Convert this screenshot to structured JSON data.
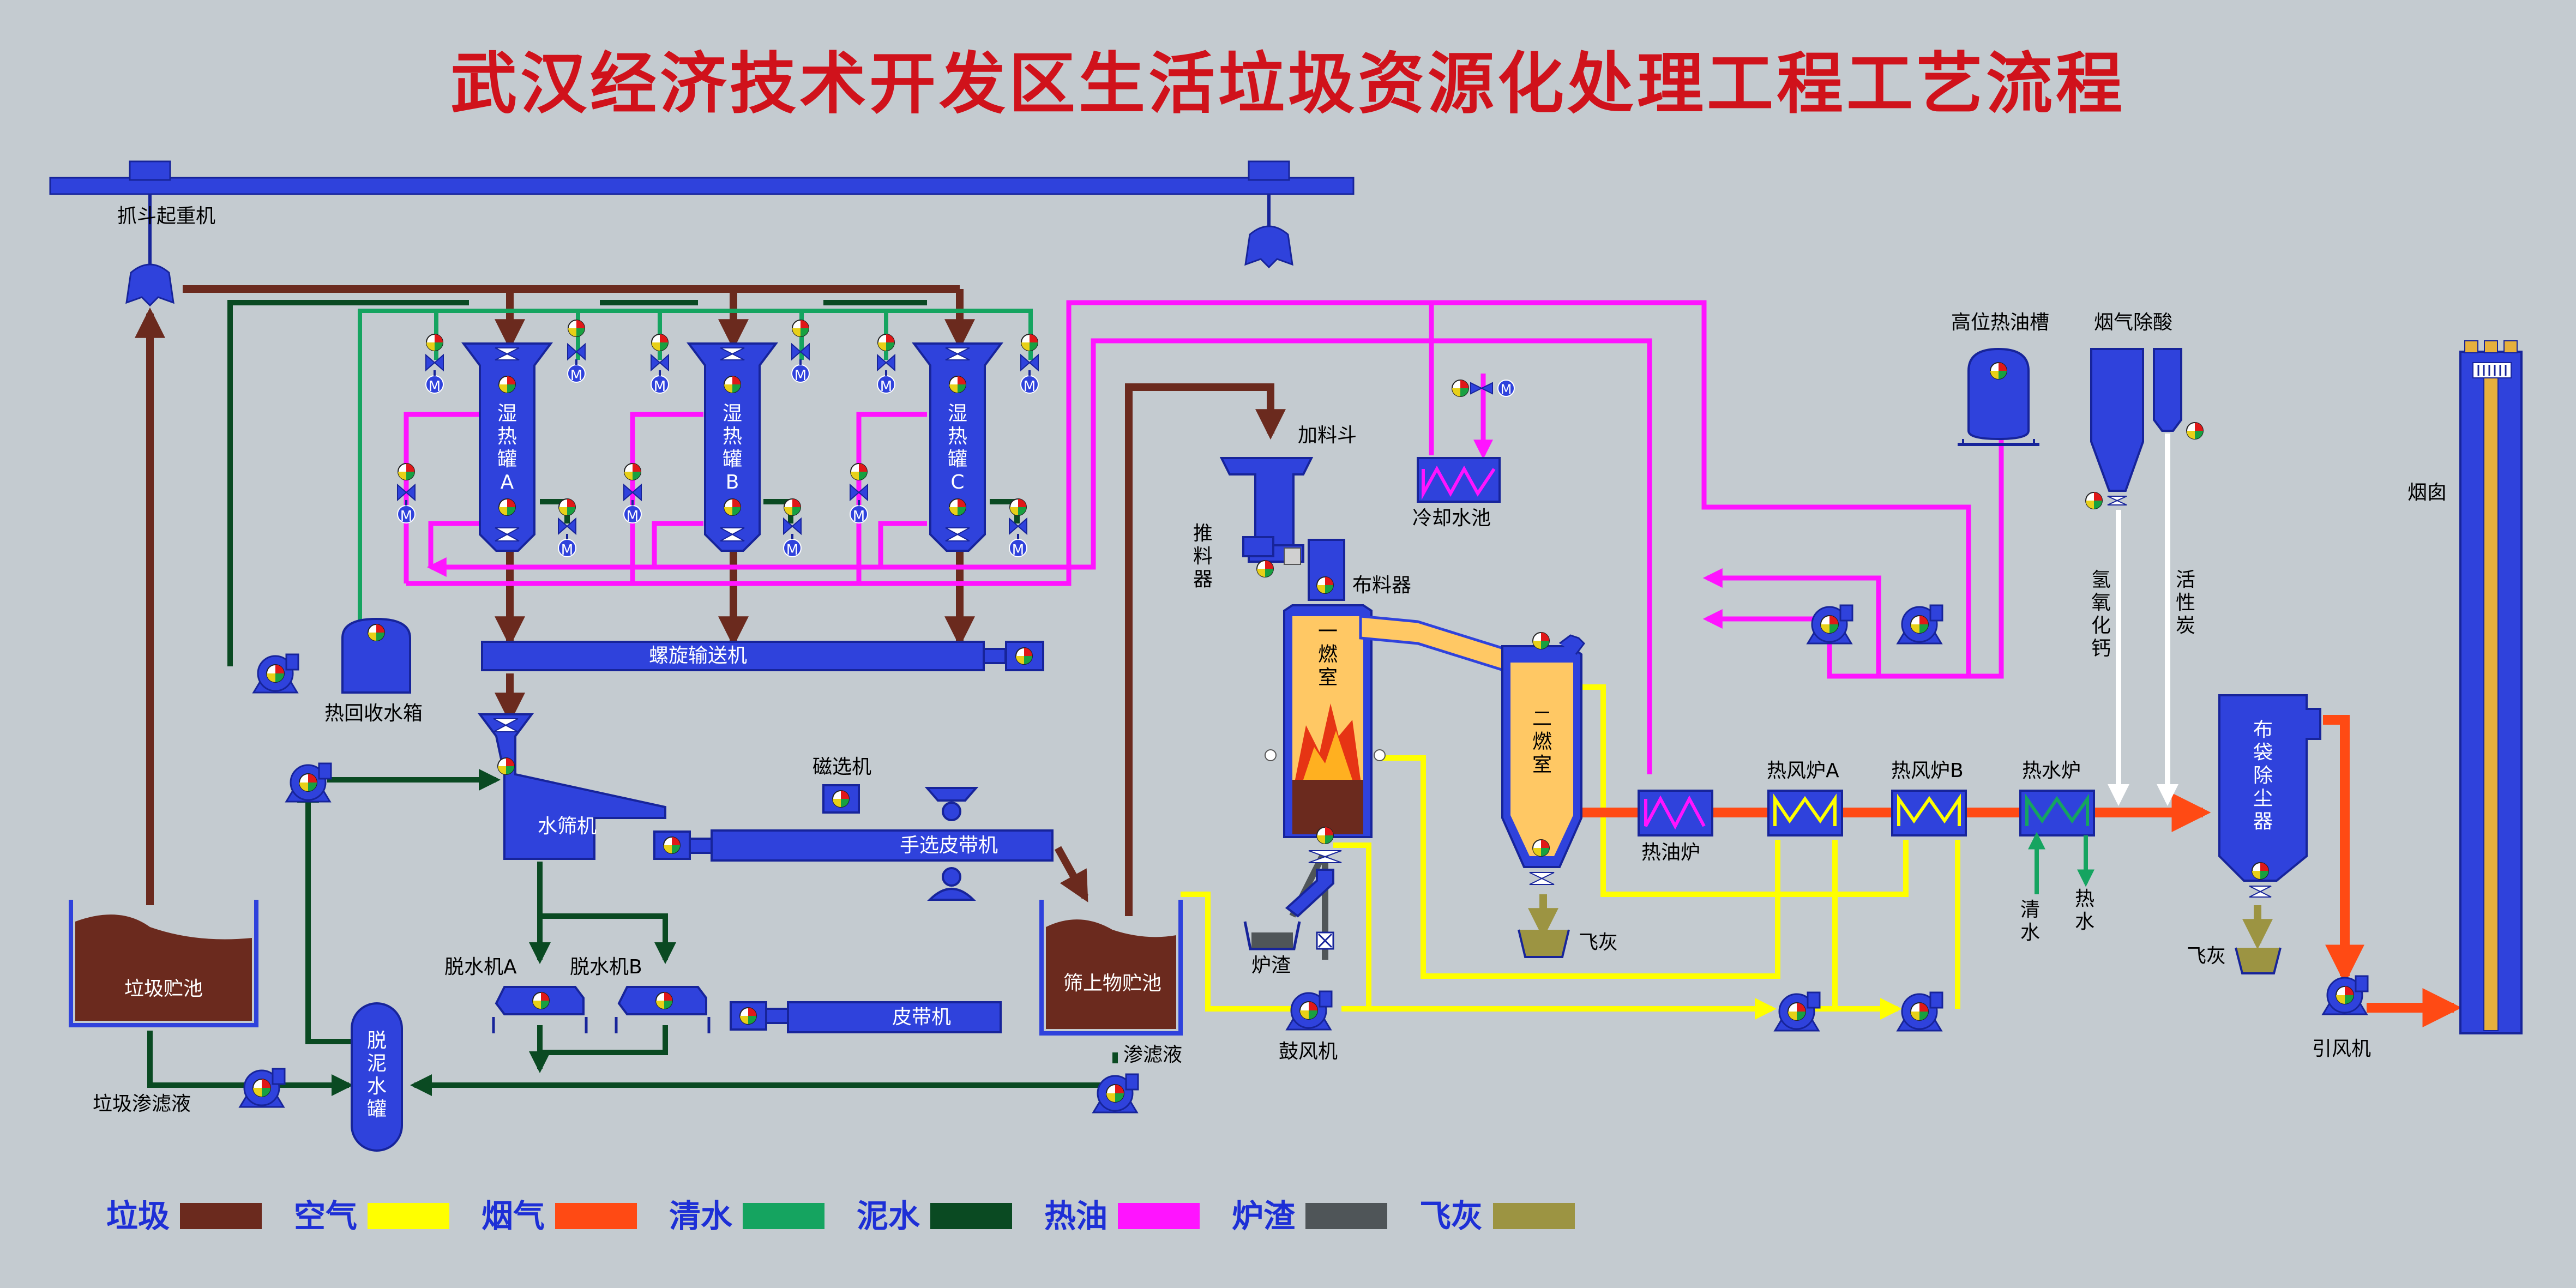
{
  "title": "武汉经济技术开发区生活垃圾资源化处理工程工艺流程",
  "colors": {
    "garbage": "#6b2a1e",
    "air": "#ffff00",
    "flue_gas": "#ff4a14",
    "clean_water": "#15a460",
    "mud_water": "#0a4a22",
    "hot_oil": "#ff14ff",
    "slag": "#4f5558",
    "fly_ash": "#9c9442",
    "device_blue": "#2f42dc",
    "background": "#c4cbd0"
  },
  "labels": {
    "crane": "抓斗起重机",
    "tank_a": [
      "湿",
      "热",
      "罐",
      "A"
    ],
    "tank_b": [
      "湿",
      "热",
      "罐",
      "B"
    ],
    "tank_c": [
      "湿",
      "热",
      "罐",
      "C"
    ],
    "heat_recovery": "热回收水箱",
    "screw_conveyor": "螺旋输送机",
    "water_screen": "水筛机",
    "magnetic": "磁选机",
    "hand_belt": "手选皮带机",
    "dewater_a": "脱水机A",
    "dewater_b": "脱水机B",
    "belt": "皮带机",
    "garbage_pit": "垃圾贮池",
    "garbage_leachate": "垃圾渗滤液",
    "mud_tank": [
      "脱",
      "泥",
      "水",
      "罐"
    ],
    "screen_pit": "筛上物贮池",
    "leachate": "渗滤液",
    "hopper": "加料斗",
    "pusher": [
      "推",
      "料",
      "器"
    ],
    "distributor": "布料器",
    "chamber1": [
      "一",
      "燃",
      "室"
    ],
    "chamber2": [
      "二",
      "燃",
      "室"
    ],
    "slag": "炉渣",
    "blower": "鼓风机",
    "fly_ash": "飞灰",
    "cooling_pool": "冷却水池",
    "oil_furnace": "热油炉",
    "hot_air_a": "热风炉A",
    "hot_air_b": "热风炉B",
    "hot_water_furnace": "热水炉",
    "clean_water": [
      "清",
      "水"
    ],
    "hot_water": [
      "热",
      "水"
    ],
    "high_oil_tank": "高位热油槽",
    "deacid": "烟气除酸",
    "caoh": [
      "氢",
      "氧",
      "化",
      "钙"
    ],
    "carbon": [
      "活",
      "性",
      "炭"
    ],
    "bag_filter": [
      "布",
      "袋",
      "除",
      "尘",
      "器"
    ],
    "fly_ash2": "飞灰",
    "induced_fan": "引风机",
    "chimney": "烟囱"
  },
  "legend": [
    {
      "label": "垃圾",
      "color": "#6b2a1e"
    },
    {
      "label": "空气",
      "color": "#ffff00"
    },
    {
      "label": "烟气",
      "color": "#ff4a14"
    },
    {
      "label": "清水",
      "color": "#15a460"
    },
    {
      "label": "泥水",
      "color": "#0a4a22"
    },
    {
      "label": "热油",
      "color": "#ff14ff"
    },
    {
      "label": "炉渣",
      "color": "#4f5558"
    },
    {
      "label": "飞灰",
      "color": "#9c9442"
    }
  ]
}
